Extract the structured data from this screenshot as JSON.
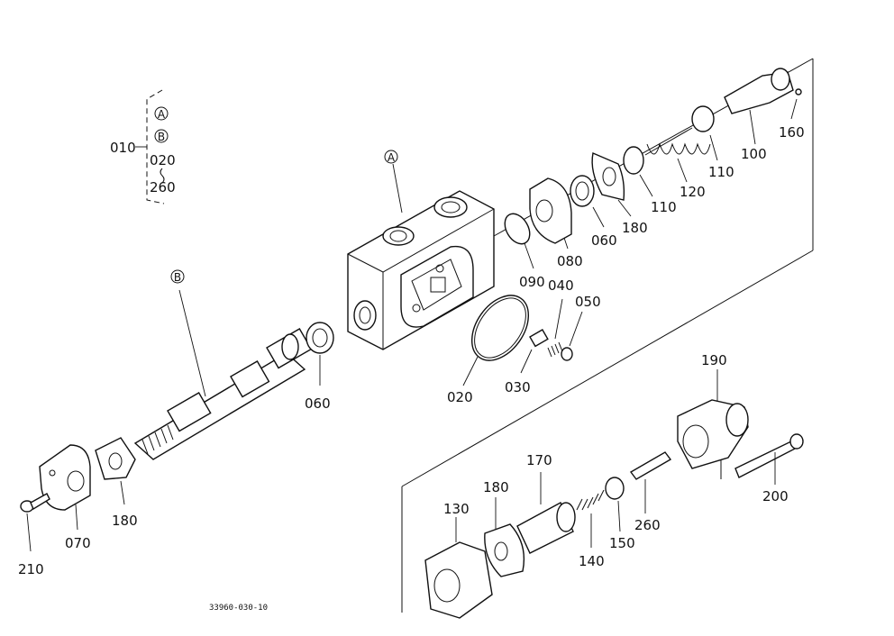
{
  "callouts": {
    "A": "A",
    "B": "B"
  },
  "labels": {
    "p010": "010",
    "p020_top": "020",
    "p260_top": "260",
    "p020": "020",
    "p030": "030",
    "p040": "040",
    "p050": "050",
    "p060_main": "060",
    "p060_right": "060",
    "p070": "070",
    "p080": "080",
    "p090": "090",
    "p100": "100",
    "p110_a": "110",
    "p110_b": "110",
    "p120": "120",
    "p130": "130",
    "p140": "140",
    "p150": "150",
    "p160": "160",
    "p170": "170",
    "p180_left": "180",
    "p180_top": "180",
    "p180_lower": "180",
    "p190": "190",
    "p200": "200",
    "p210": "210",
    "p260": "260"
  },
  "drawing_number": "33960-030-10"
}
